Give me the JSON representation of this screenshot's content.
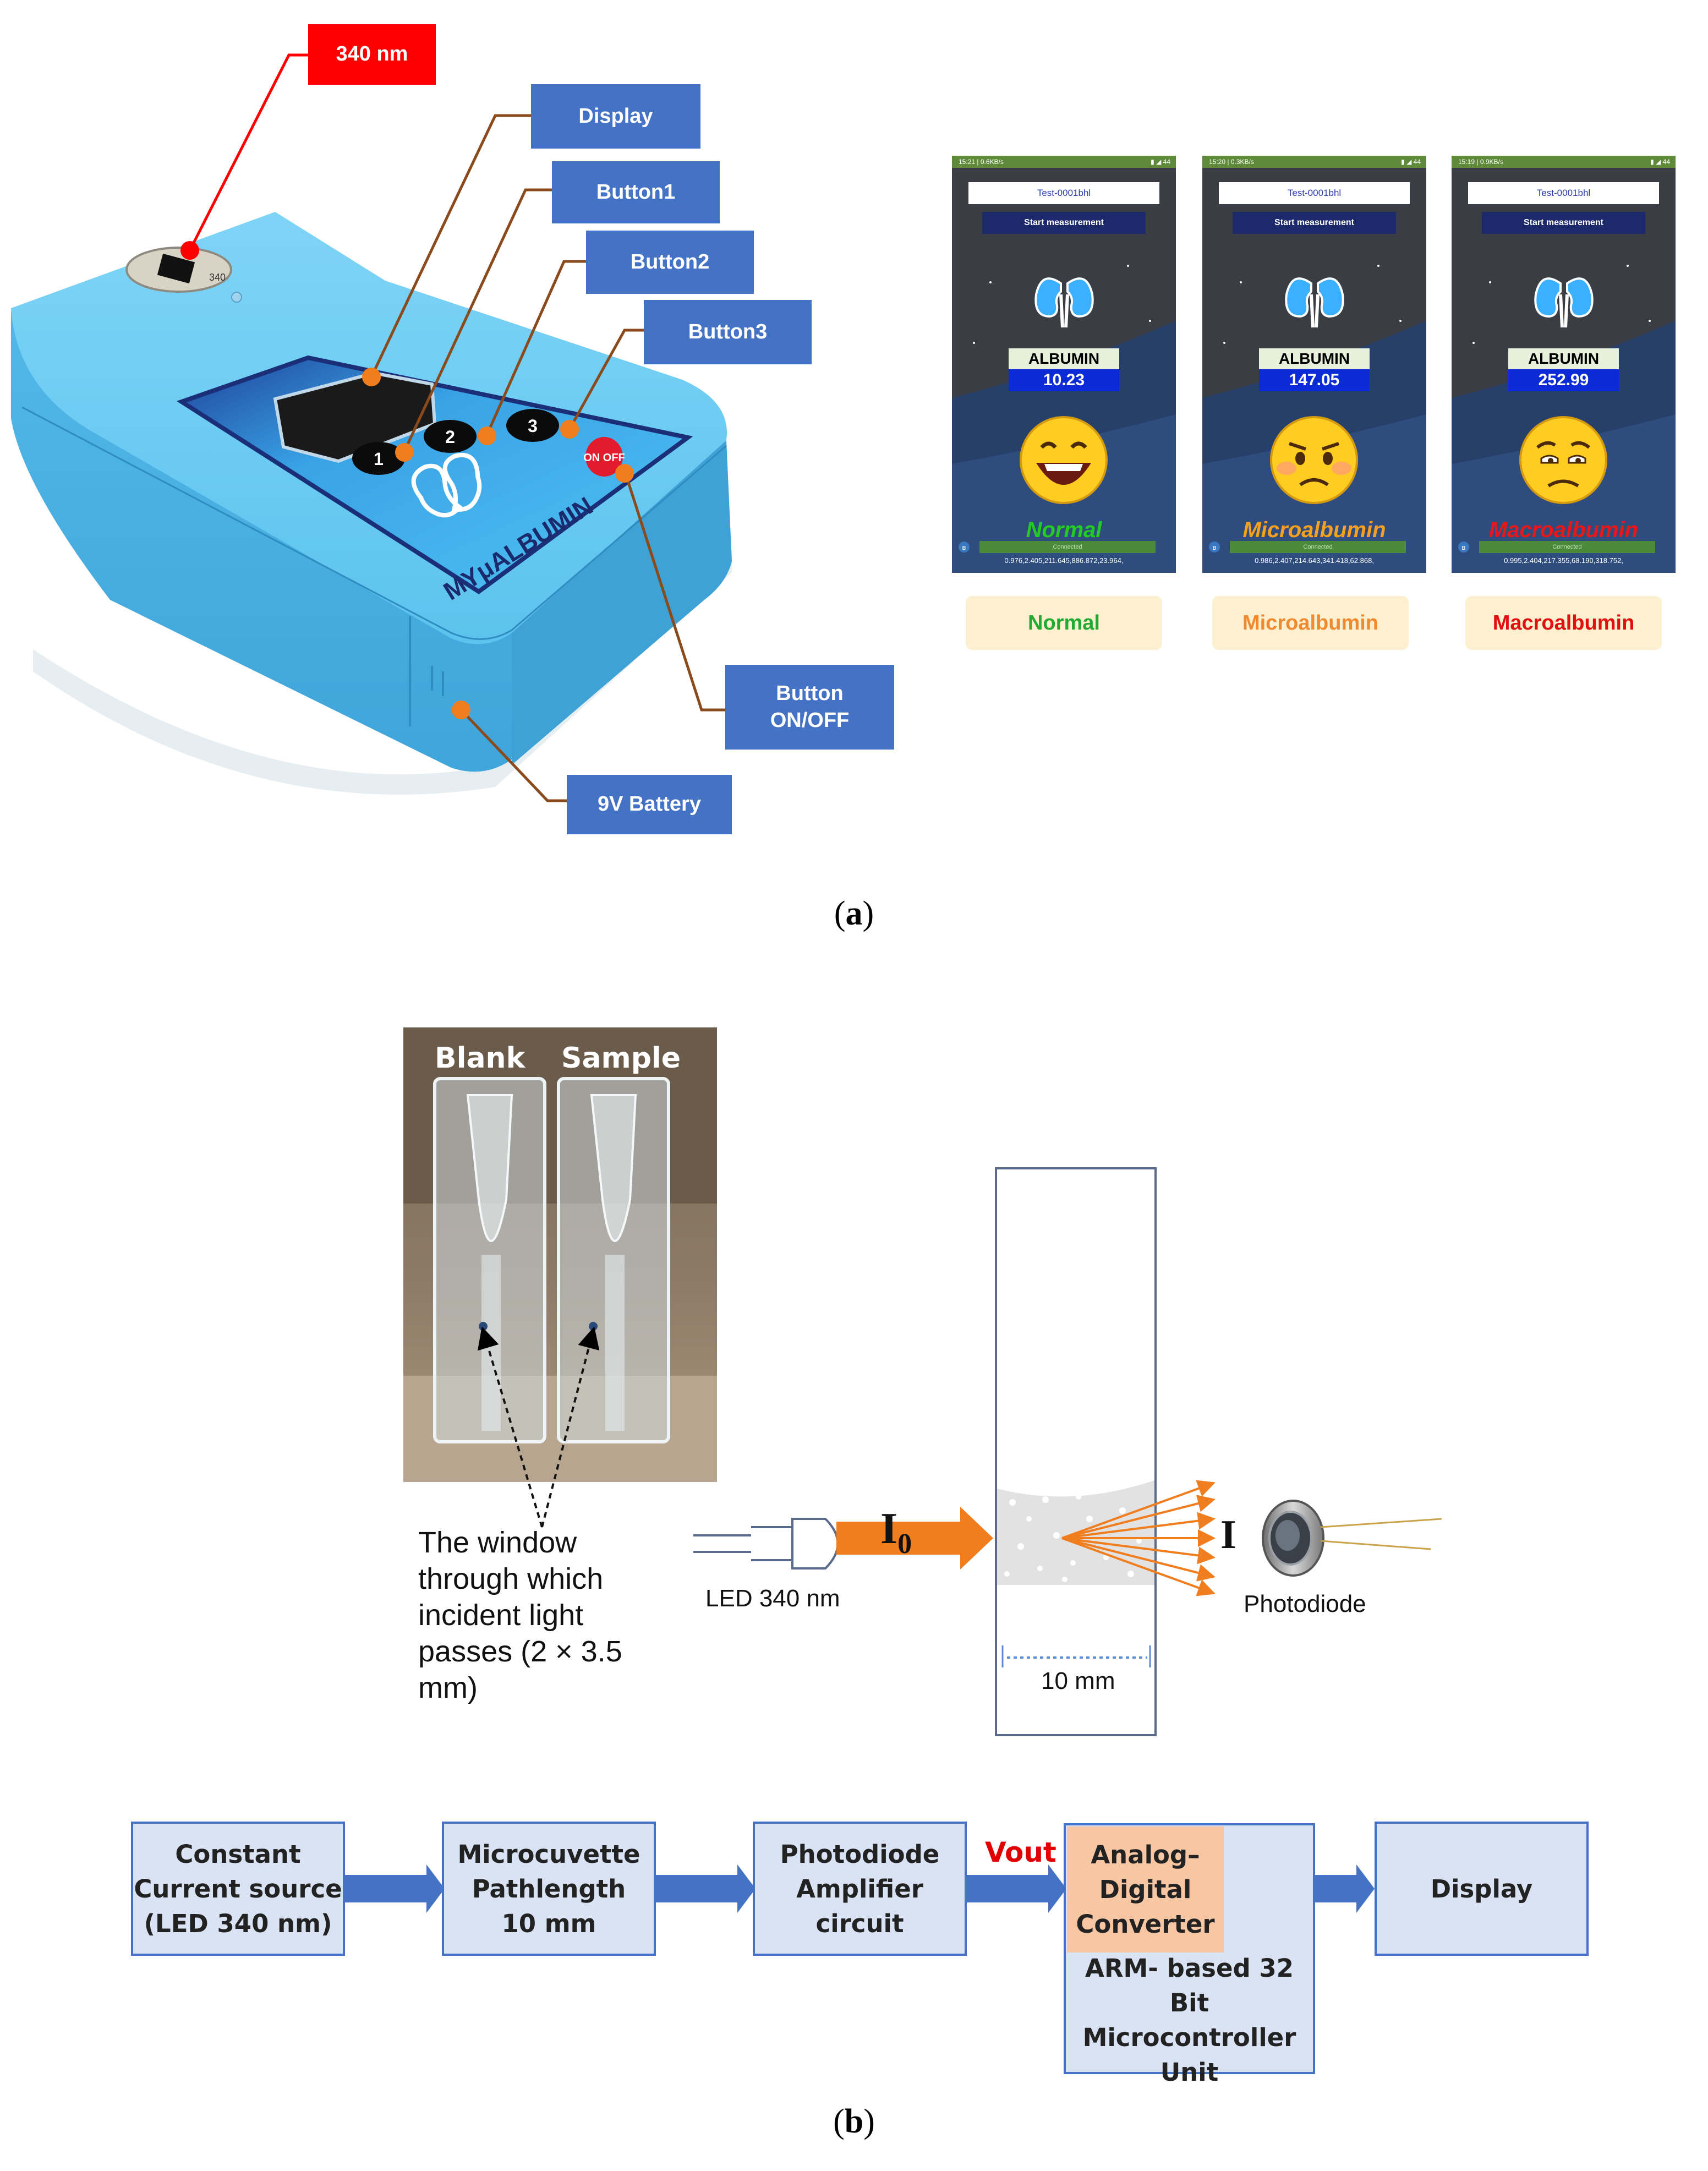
{
  "figure_a": {
    "callouts": {
      "wavelength": "340 nm",
      "display": "Display",
      "button1": "Button1",
      "button2": "Button2",
      "button3": "Button3",
      "on_off": "Button ON/OFF",
      "battery": "9V Battery"
    },
    "device": {
      "brand": "MYμALBUMIN",
      "cuvette_label": "340",
      "button_numbers": [
        "1",
        "2",
        "3"
      ],
      "power_label": "ON OFF"
    },
    "phones": [
      {
        "status_bar": "15:21 | 0.6KB/s",
        "status_icons": "▮ ◢ 44",
        "test_id": "Test-0001bhl",
        "start_button": "Start measurement",
        "albumin_label": "ALBUMIN",
        "albumin_value": "10.23",
        "status": "Normal",
        "status_color": "#22cc22",
        "face": "happy",
        "connected": "Connected",
        "raw": "0.976,2.405,211.645,886.872,23.964,"
      },
      {
        "status_bar": "15:20 | 0.3KB/s",
        "status_icons": "▮ ◢ 44",
        "test_id": "Test-0001bhl",
        "start_button": "Start measurement",
        "albumin_label": "ALBUMIN",
        "albumin_value": "147.05",
        "status": "Microalbumin",
        "status_color": "#f5a020",
        "face": "sad",
        "connected": "Connected",
        "raw": "0.986,2.407,214.643,341.418,62.868,"
      },
      {
        "status_bar": "15:19 | 0.9KB/s",
        "status_icons": "▮ ◢ 44",
        "test_id": "Test-0001bhl",
        "start_button": "Start measurement",
        "albumin_label": "ALBUMIN",
        "albumin_value": "252.99",
        "status": "Macroalbumin",
        "status_color": "#e81818",
        "face": "worried",
        "connected": "Connected",
        "raw": "0.995,2.404,217.355,68.190,318.752,"
      }
    ],
    "legend": [
      {
        "label": "Normal",
        "color": "#22aa33"
      },
      {
        "label": "Microalbumin",
        "color": "#f08a30"
      },
      {
        "label": "Macroalbumin",
        "color": "#e01010"
      }
    ],
    "caption_letter": "a"
  },
  "figure_b": {
    "photo": {
      "blank_label": "Blank",
      "sample_label": "Sample",
      "window_text": [
        "The window",
        "through which",
        "incident light",
        "passes (2 × 3.5",
        "mm)"
      ]
    },
    "optics": {
      "led_label": "LED 340 nm",
      "i0_main": "I",
      "i0_sub": "0",
      "i_label": "I",
      "photodiode_label": "Photodiode",
      "path_label": "10 mm"
    },
    "blocks": {
      "source": [
        "Constant",
        "Current source",
        "(LED 340 nm)"
      ],
      "cuvette": [
        "Microcuvette",
        "Pathlength",
        "10 mm"
      ],
      "amplifier": [
        "Photodiode",
        "Amplifier",
        "circuit"
      ],
      "vout": "Vout",
      "adc": [
        "Analog–",
        "Digital",
        "Converter"
      ],
      "mcu": [
        "ARM- based 32 Bit",
        "Microcontroller",
        "Unit"
      ],
      "display": "Display"
    },
    "caption_letter": "b"
  },
  "colors": {
    "callout_blue": "#4472c4",
    "callout_red": "#ff0000",
    "device_body": "#55bfec",
    "block_fill": "#dae3f3",
    "block_border": "#4472c4",
    "adc_fill": "#f7c6a3",
    "arrow_orange": "#f07d1e"
  }
}
